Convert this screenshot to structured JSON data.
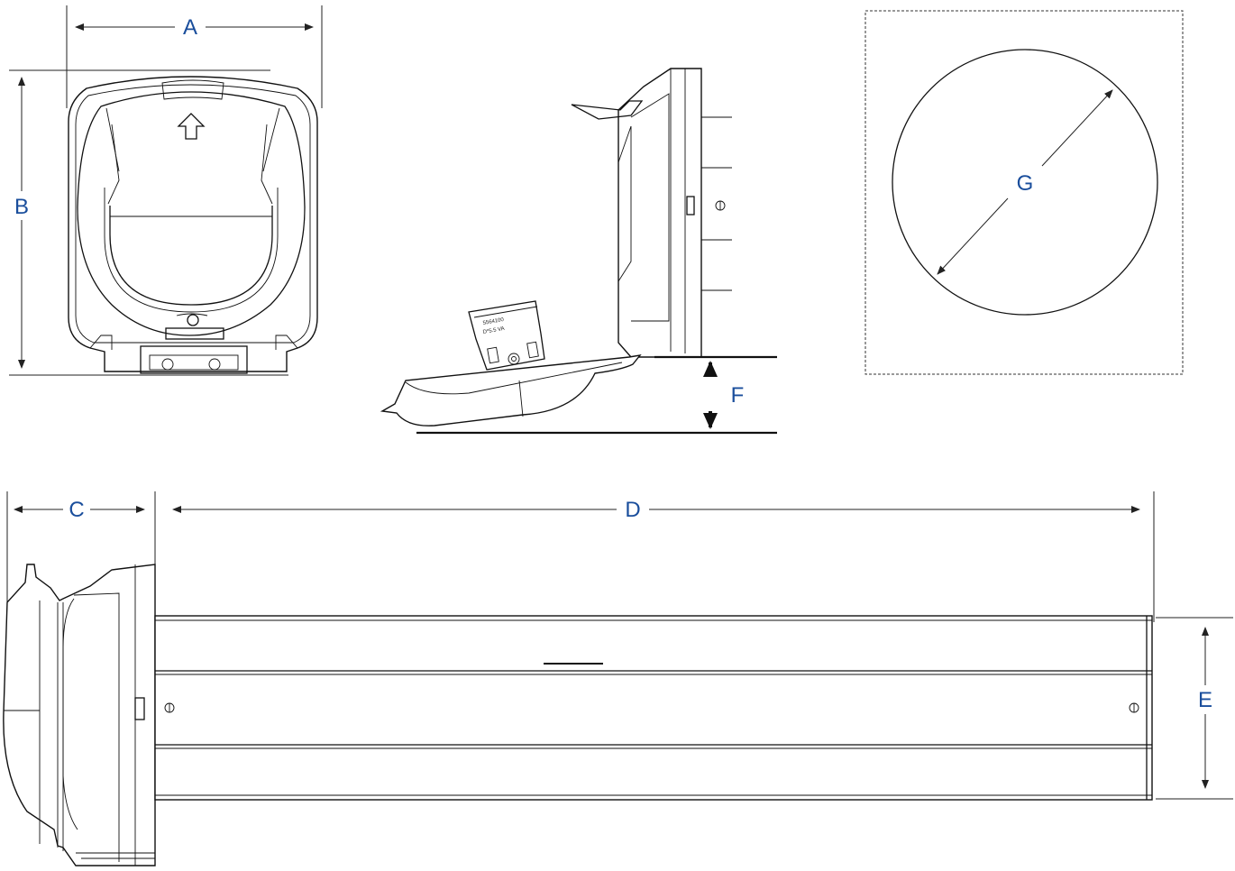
{
  "dimensions": {
    "a": "A",
    "b": "B",
    "c": "C",
    "d": "D",
    "e": "E",
    "f": "F",
    "g": "G"
  },
  "plate": {
    "line1": "5564100",
    "line2": "D*5.5 VA"
  },
  "colors": {
    "label": "#1a4e9c",
    "outline": "#111111"
  }
}
